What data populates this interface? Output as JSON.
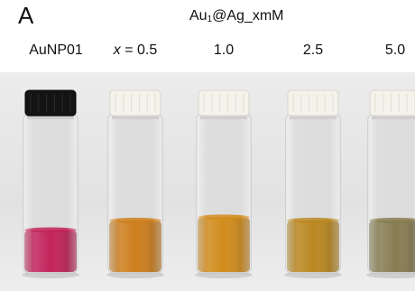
{
  "panel_letter": "A",
  "group_title": {
    "prefix": "Au",
    "subscript": "1",
    "suffix": "@Ag_xmM"
  },
  "labels": [
    {
      "text": "AuNP01"
    },
    {
      "var": "x",
      "text": " = 0.5"
    },
    {
      "text": "1.0"
    },
    {
      "text": "2.5"
    },
    {
      "text": "5.0"
    }
  ],
  "vials": [
    {
      "cap": "black",
      "cap_color": "#141414",
      "liquid_color": "#c11f57",
      "liquid_fraction": 0.27
    },
    {
      "cap": "white",
      "cap_color": "#f4f2ea",
      "liquid_color": "#cc7c18",
      "liquid_fraction": 0.33
    },
    {
      "cap": "white",
      "cap_color": "#f4f2ea",
      "liquid_color": "#d08916",
      "liquid_fraction": 0.35
    },
    {
      "cap": "white",
      "cap_color": "#f4f2ea",
      "liquid_color": "#b9851c",
      "liquid_fraction": 0.33
    },
    {
      "cap": "white",
      "cap_color": "#f4f2ea",
      "liquid_color": "#857a4e",
      "liquid_fraction": 0.33
    }
  ]
}
